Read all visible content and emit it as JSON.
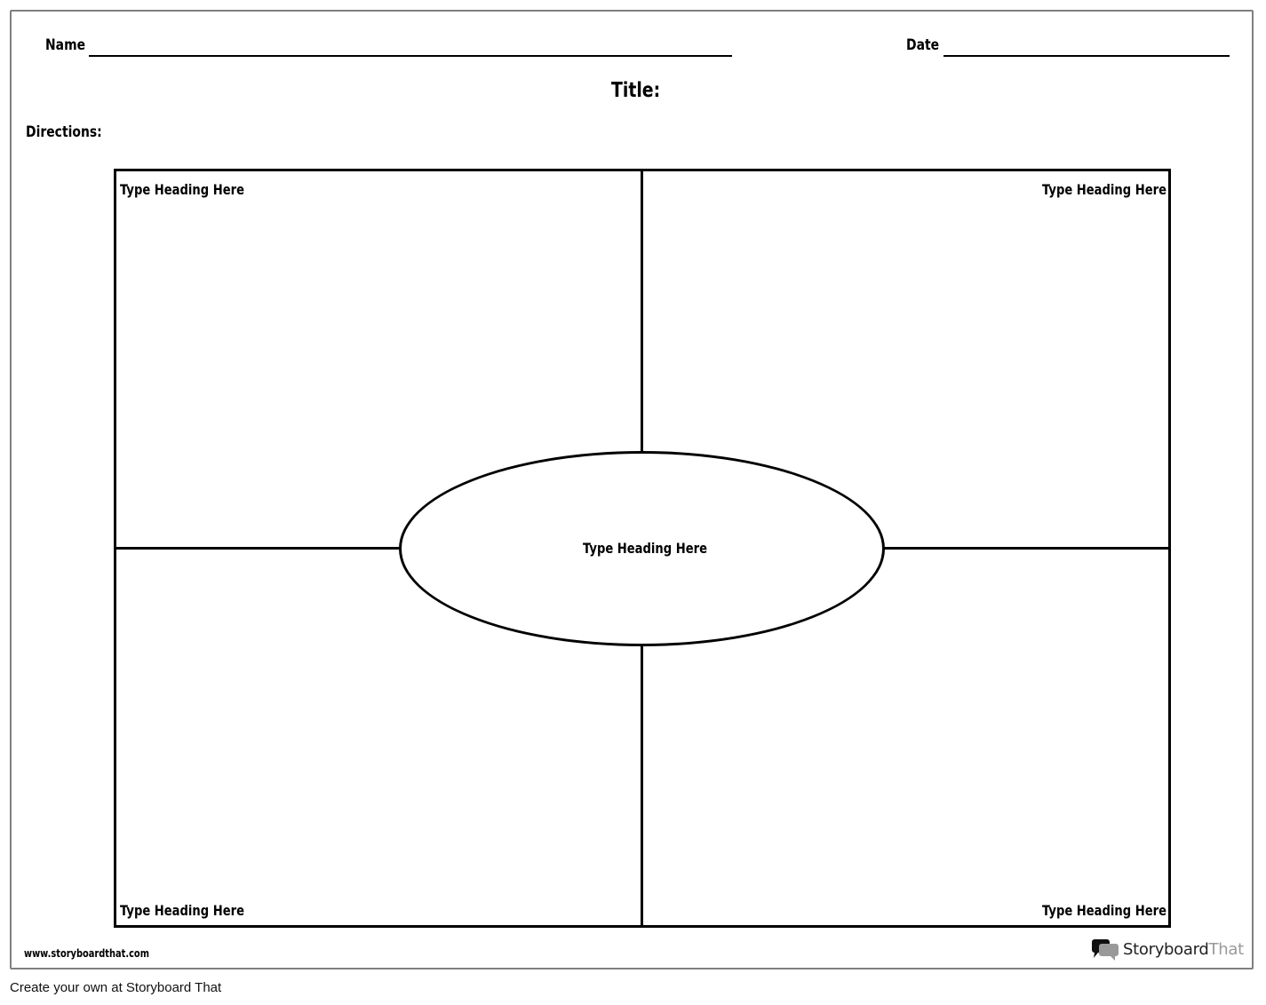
{
  "worksheet": {
    "name_label": "Name",
    "date_label": "Date",
    "title_label": "Title:",
    "directions_label": "Directions:",
    "organizer": {
      "top_left_heading": "Type Heading Here",
      "top_right_heading": "Type Heading Here",
      "center_heading": "Type Heading Here",
      "bottom_left_heading": "Type Heading Here",
      "bottom_right_heading": "Type Heading Here"
    },
    "website": "www.storyboardthat.com",
    "logo": {
      "dark": "Storyboard",
      "light": "That"
    }
  },
  "footer": {
    "text": "Create your own at Storyboard That"
  }
}
